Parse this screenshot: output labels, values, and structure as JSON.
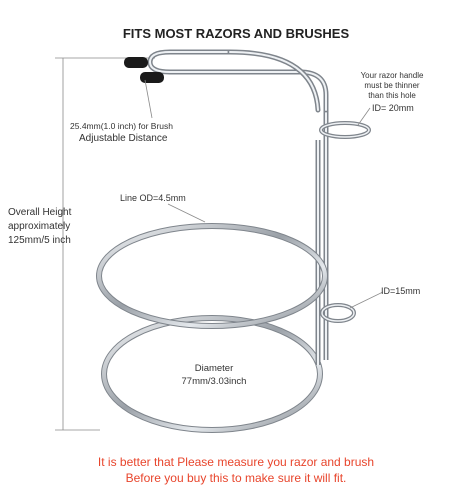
{
  "title": "FITS MOST RAZORS AND BRUSHES",
  "labels": {
    "razor_note_line1": "Your razor handle",
    "razor_note_line2": "must be thinner",
    "razor_note_line3": "than this hole",
    "id_top": "ID= 20mm",
    "brush_distance": "25.4mm(1.0 inch) for Brush",
    "adjustable_distance": "Adjustable Distance",
    "line_od": "Line OD=4.5mm",
    "height_line1": "Overall Height",
    "height_line2": "approximately",
    "height_line3": "125mm/5 inch",
    "id_bottom": "ID=15mm",
    "diameter_line1": "Diameter",
    "diameter_line2": "77mm/3.03inch"
  },
  "notice": {
    "line1": "It is better that Please measure you razor and brush",
    "line2": "Before you buy this to make sure it will fit."
  },
  "colors": {
    "notice": "#e8452c",
    "text": "#333333",
    "guide": "#888888",
    "chrome_dark": "#8a8f96",
    "chrome_light": "#e9ecef",
    "rubber_tip": "#1a1a1a"
  }
}
